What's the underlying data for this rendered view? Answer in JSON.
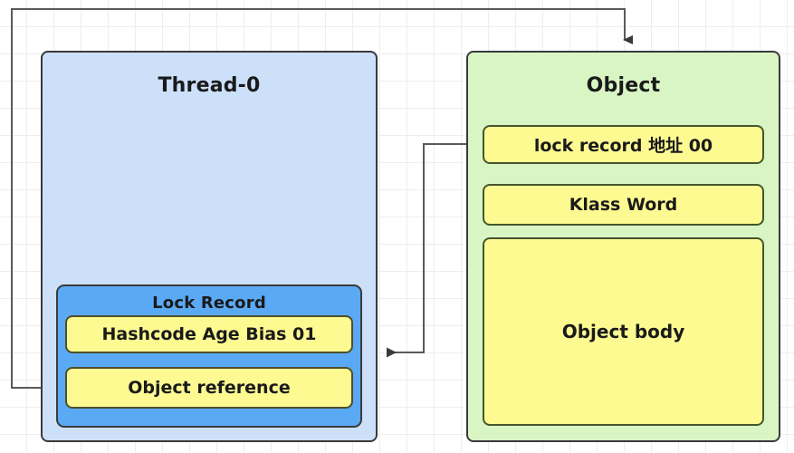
{
  "diagram": {
    "title": "Java object header / lock record diagram",
    "background": {
      "grid": "30px light gray grid",
      "grid_color": "#eeeeee",
      "page_color": "#ffffff"
    },
    "colors": {
      "thread_fill": "#cce0fa",
      "lock_record_fill": "#5aa9f5",
      "object_fill": "#d9f5c4",
      "slot_fill": "#fdfa92",
      "border_dark": "#3a3a3a",
      "slot_border": "#4e4e2a",
      "connector": "#5a5a5a"
    },
    "thread": {
      "title": "Thread-0",
      "lock_record": {
        "title": "Lock Record",
        "slots": [
          {
            "label": "Hashcode Age Bias 01"
          },
          {
            "label": "Object reference"
          }
        ]
      }
    },
    "object": {
      "title": "Object",
      "slots": [
        {
          "label": "lock record 地址 00"
        },
        {
          "label": "Klass Word"
        },
        {
          "label": "Object body"
        }
      ]
    },
    "connectors": [
      {
        "name": "object-reference-to-object",
        "from": "Object reference",
        "to": "Object",
        "arrow": "down",
        "path": "left-up-right-down"
      },
      {
        "name": "lock-record-addr-to-thread",
        "from": "lock record 地址 00",
        "to": "Thread-0",
        "arrow": "left",
        "path": "left-down-left"
      }
    ]
  }
}
